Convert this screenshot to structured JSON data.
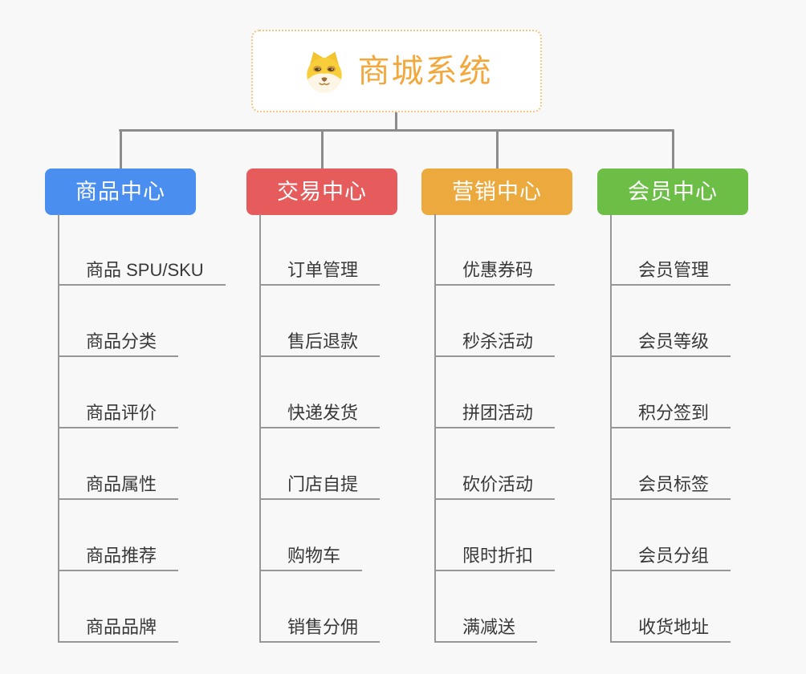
{
  "root": {
    "title": "商城系统",
    "icon": "shiba-dog-icon"
  },
  "branches": [
    {
      "name": "product-center",
      "label": "商品中心",
      "color": "#4a8ef0",
      "children": [
        "商品 SPU/SKU",
        "商品分类",
        "商品评价",
        "商品属性",
        "商品推荐",
        "商品品牌"
      ]
    },
    {
      "name": "trade-center",
      "label": "交易中心",
      "color": "#e65c5c",
      "children": [
        "订单管理",
        "售后退款",
        "快递发货",
        "门店自提",
        "购物车",
        "销售分佣"
      ]
    },
    {
      "name": "marketing-center",
      "label": "营销中心",
      "color": "#ecaa3e",
      "children": [
        "优惠券码",
        "秒杀活动",
        "拼团活动",
        "砍价活动",
        "限时折扣",
        "满减送"
      ]
    },
    {
      "name": "member-center",
      "label": "会员中心",
      "color": "#6cbe46",
      "children": [
        "会员管理",
        "会员等级",
        "积分签到",
        "会员标签",
        "会员分组",
        "收货地址"
      ]
    }
  ],
  "colors": {
    "background": "#f8f8f8",
    "connector": "#8c8c8c",
    "child_line": "#979797",
    "child_text": "#383838",
    "root_border": "#f3c67f",
    "root_title": "#f2a83c"
  }
}
